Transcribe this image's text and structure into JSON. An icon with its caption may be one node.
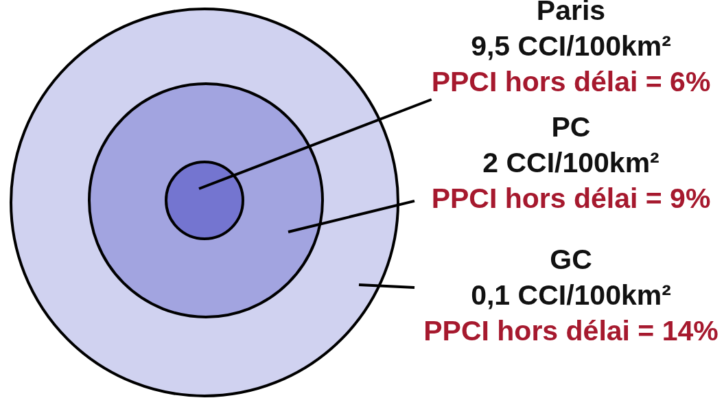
{
  "diagram": {
    "nodes": [
      {
        "text": [],
        "shape": "circle"
      },
      {
        "text": [],
        "shape": "circle",
        "in": 0
      },
      {
        "text": [],
        "shape": "circle",
        "in": 1
      },
      {
        "text": [
          "Paris",
          "9,5 CCI/100km²",
          "PPCI hors délai = 6%"
        ]
      },
      {
        "text": [
          "PC",
          "2 CCI/100km²",
          "PPCI hors délai = 9%"
        ]
      },
      {
        "text": [
          "GC",
          "0,1 CCI/100km²",
          "PPCI hors délai = 14%"
        ]
      }
    ],
    "edges": [
      {
        "from": 3,
        "to": 2,
        "arrow": "none"
      },
      {
        "from": 4,
        "to": 1,
        "arrow": "none"
      },
      {
        "from": 5,
        "to": 0,
        "arrow": "none"
      }
    ]
  }
}
